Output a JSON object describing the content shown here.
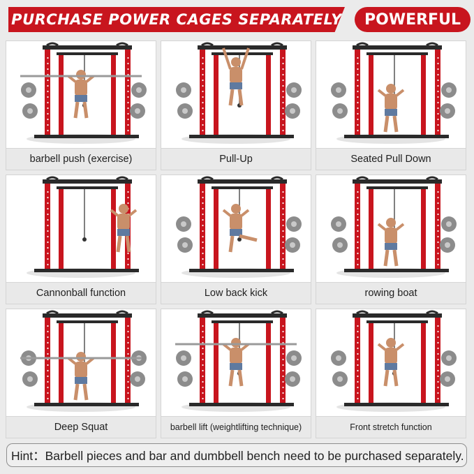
{
  "banner": {
    "left_text": "PURCHASE POWER CAGES SEPARATELY",
    "right_text": "POWERFUL",
    "accent_color": "#c8151e"
  },
  "cards": [
    {
      "label": "barbell push  (exercise)",
      "icon": "power-cage-bench-press-photo"
    },
    {
      "label": "Pull-Up",
      "icon": "power-cage-pull-up-photo"
    },
    {
      "label": "Seated Pull Down",
      "icon": "power-cage-lat-pulldown-photo"
    },
    {
      "label": "Cannonball function",
      "icon": "power-cage-cable-row-photo"
    },
    {
      "label": "Low back kick",
      "icon": "power-cage-kickback-photo"
    },
    {
      "label": "rowing boat",
      "icon": "power-cage-seated-row-photo"
    },
    {
      "label": "Deep Squat",
      "icon": "power-cage-squat-photo"
    },
    {
      "label": "barbell lift (weightlifting technique)",
      "icon": "power-cage-barbell-lift-photo"
    },
    {
      "label": "Front stretch function",
      "icon": "power-cage-triceps-extension-photo"
    }
  ],
  "hint": {
    "text": "Hint：Barbell pieces and bar and dumbbell bench need to be purchased separately."
  }
}
